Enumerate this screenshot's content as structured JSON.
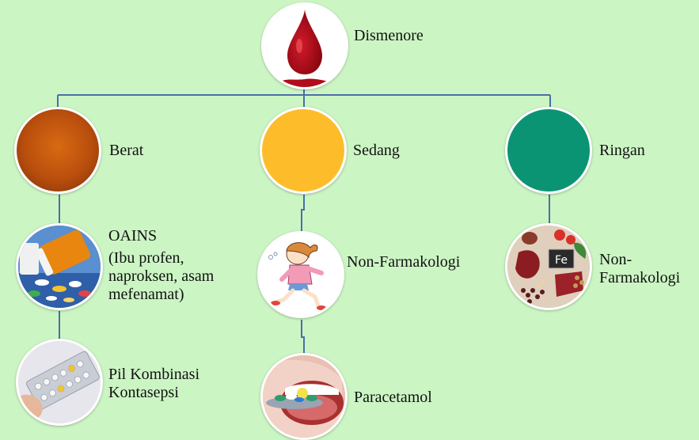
{
  "root": {
    "label": "Dismenore",
    "icon": "blood-drop-icon"
  },
  "branches": [
    {
      "label": "Berat",
      "color": "#c45a0e",
      "children": [
        {
          "label_lines": [
            "OAINS",
            "(Ibu profen,",
            "naproksen, asam",
            "mefenamat)"
          ],
          "icon": "pill-bottle-icon"
        },
        {
          "label_lines": [
            "Pil Kombinasi",
            "Kontasepsi"
          ],
          "icon": "pill-blister-icon"
        }
      ]
    },
    {
      "label": "Sedang",
      "color": "#fdbd2b",
      "children": [
        {
          "label_lines": [
            "Non-Farmakologi"
          ],
          "icon": "running-girl-icon"
        },
        {
          "label_lines": [
            "Paracetamol"
          ],
          "icon": "pills-on-spoon-icon"
        }
      ]
    },
    {
      "label": "Ringan",
      "color": "#0b9474",
      "children": [
        {
          "label_lines": [
            "Non-",
            "Farmakologi"
          ],
          "icon": "iron-rich-food-icon",
          "badge": "Fe"
        }
      ]
    }
  ],
  "colors": {
    "background": "#ccf5c4",
    "connector": "#4a6fa8"
  }
}
